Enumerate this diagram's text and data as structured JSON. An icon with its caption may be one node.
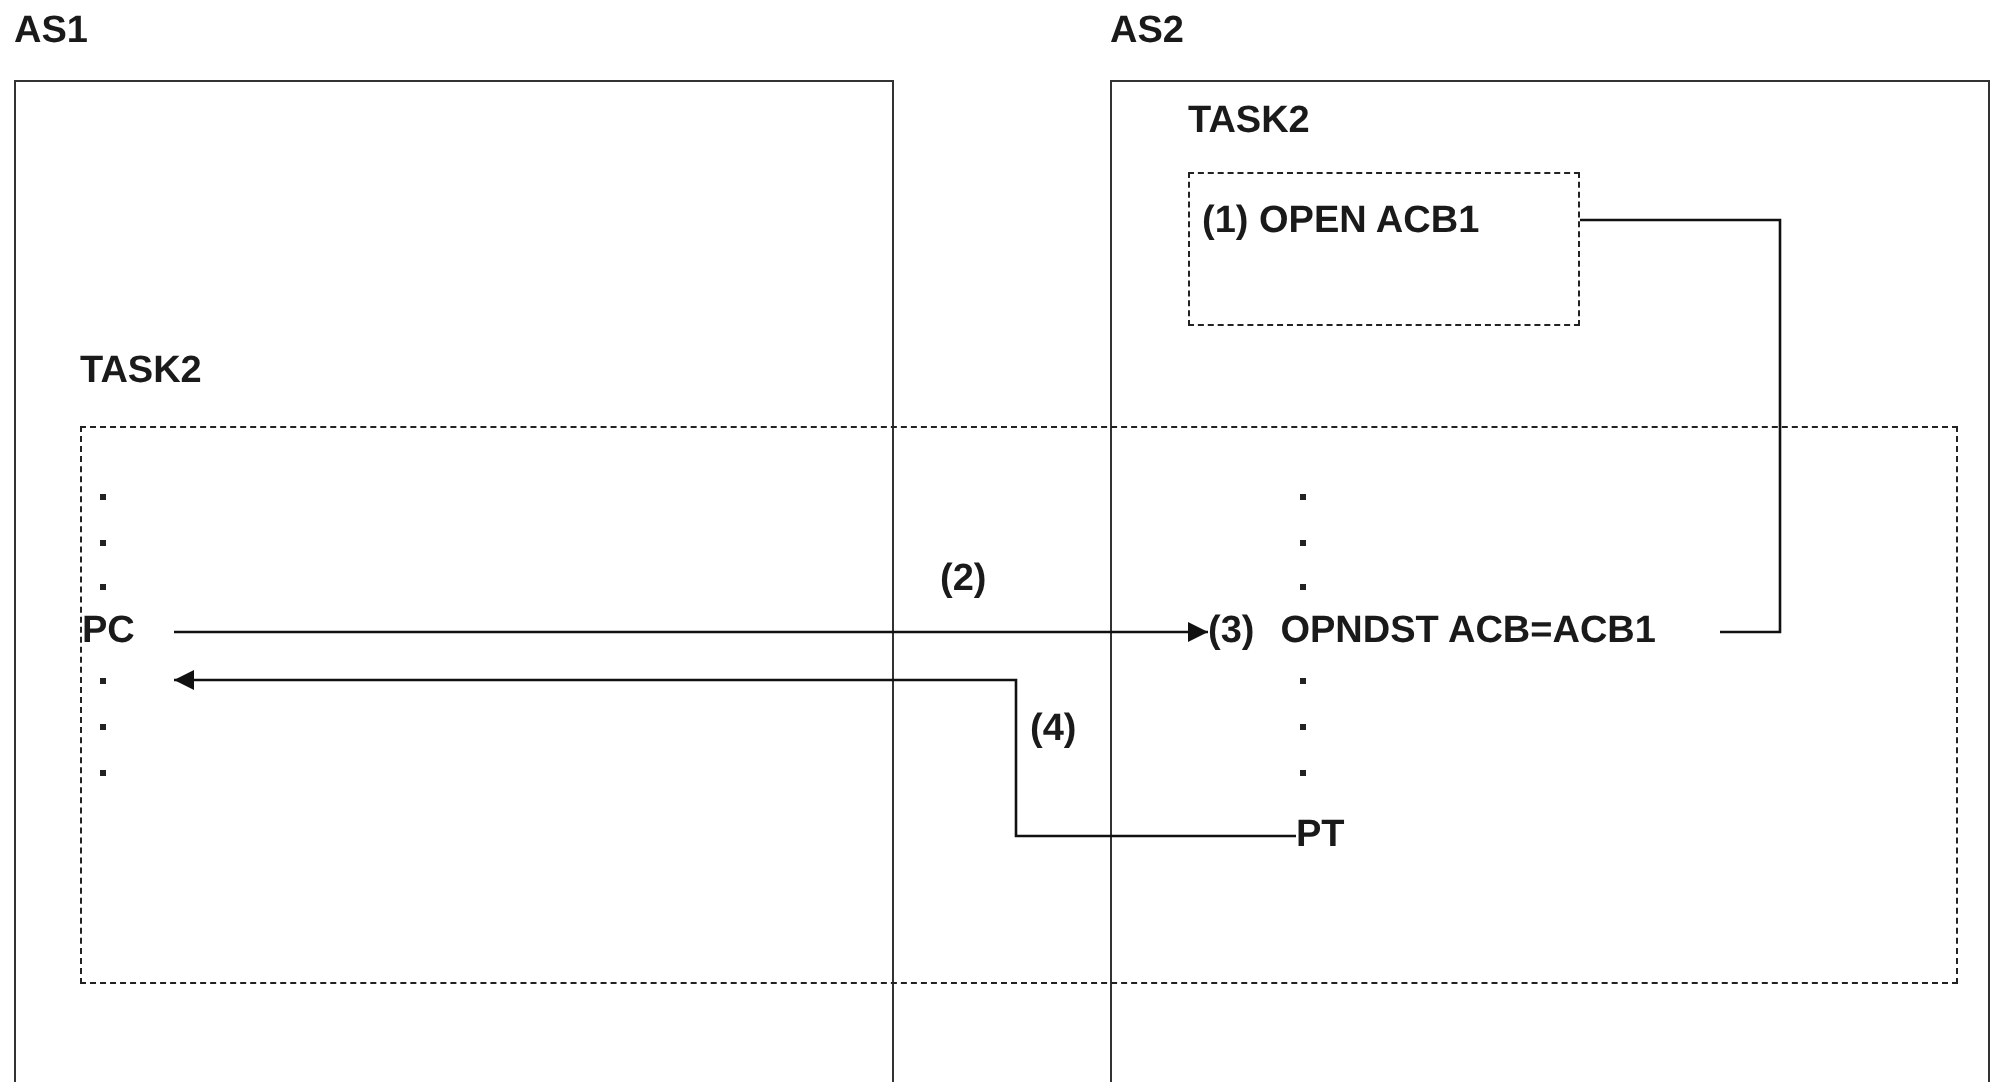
{
  "diagram": {
    "nodes": [
      {
        "text": [
          "AS1"
        ]
      },
      {
        "text": [
          "AS2"
        ]
      },
      {
        "text": [
          "TASK2",
          "(1) OPEN ACB1"
        ],
        "in": 1
      },
      {
        "text": [
          "TASK2"
        ]
      },
      {
        "text": [
          "PC"
        ],
        "in": 3
      },
      {
        "text": [
          "(3)",
          "OPNDST ACB=ACB1"
        ],
        "in": 3
      },
      {
        "text": [
          "PT"
        ],
        "in": 3
      }
    ],
    "edges": [
      {
        "from": 2,
        "to": 5,
        "arrow": "none"
      },
      {
        "from": 4,
        "to": 5,
        "arrow": "to",
        "label": "(2)"
      },
      {
        "from": 6,
        "to": 4,
        "arrow": "to",
        "label": "(4)"
      }
    ]
  }
}
